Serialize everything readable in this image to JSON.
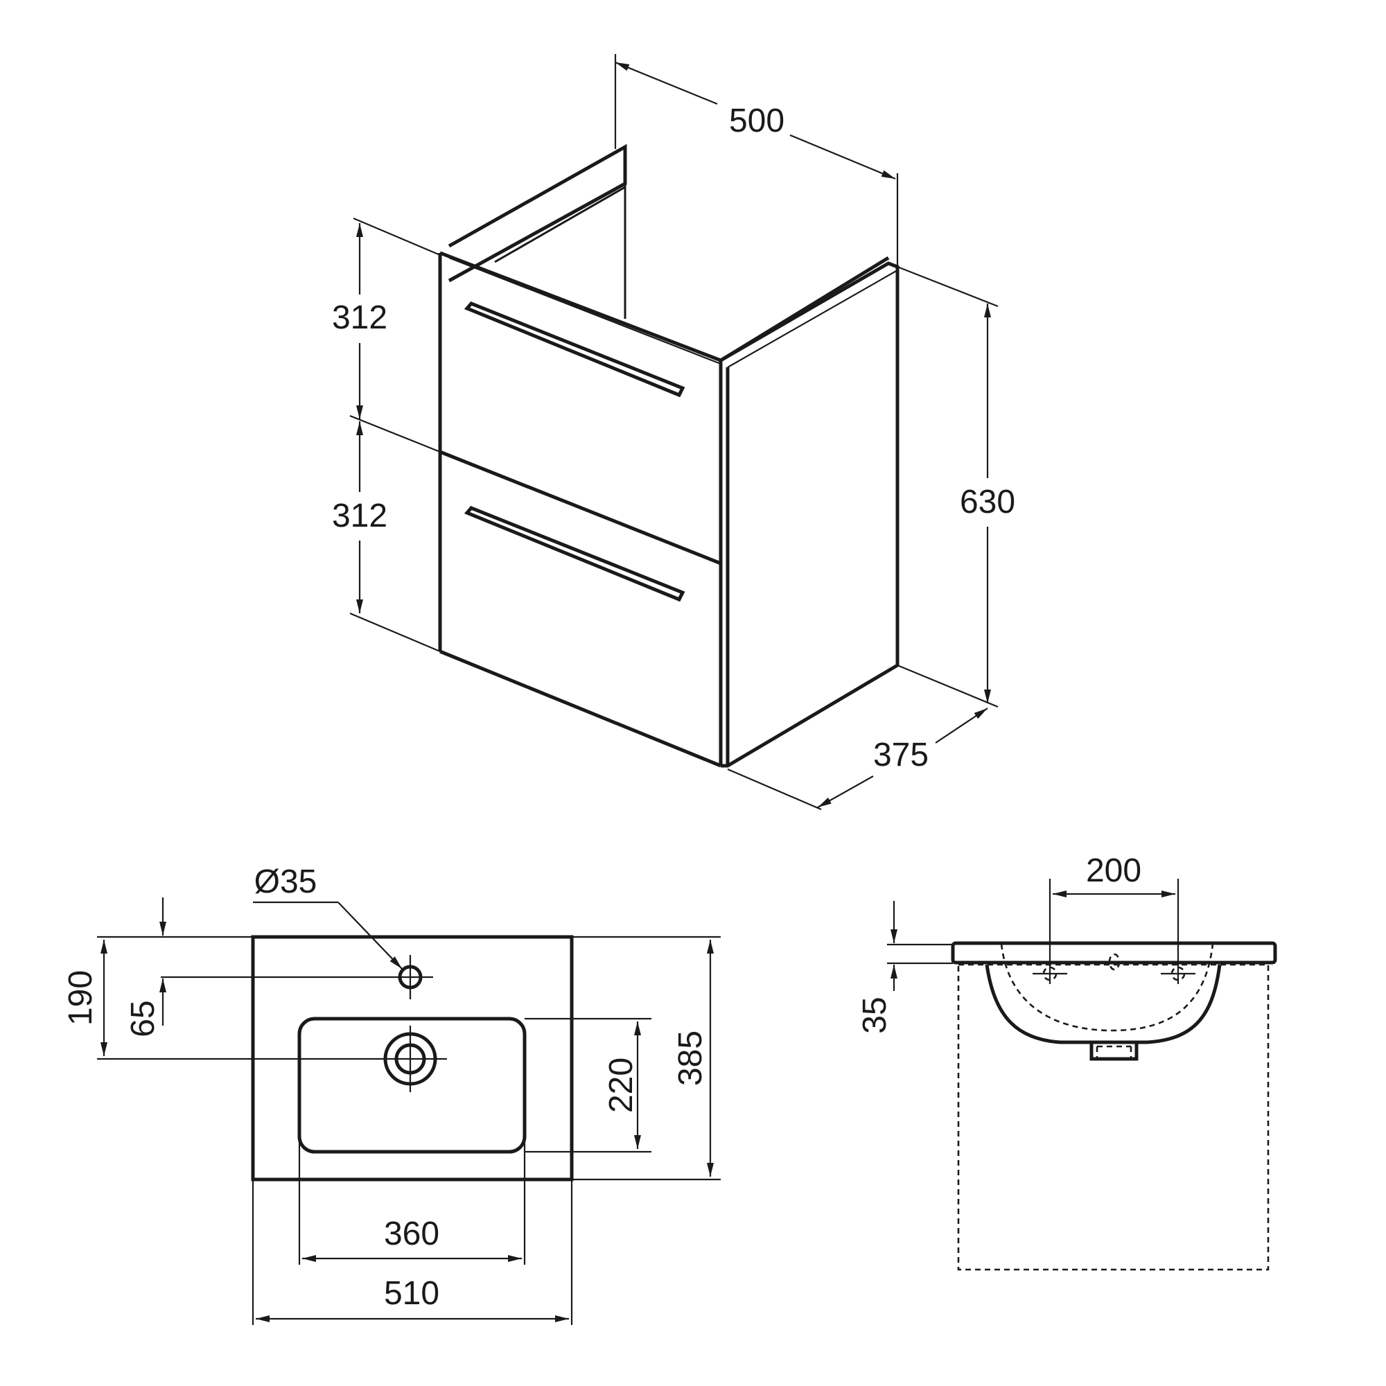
{
  "drawing": {
    "subject": "Vanity unit with 2 drawers and washbasin",
    "line_color": "#1a1a1a",
    "background": "#ffffff"
  },
  "isometric_view": {
    "width_label": "500",
    "depth_label": "375",
    "height_label": "630",
    "drawer_top_label": "312",
    "drawer_bottom_label": "312"
  },
  "basin_top_view": {
    "tap_hole_label": "Ø35",
    "depth_to_tap_label": "65",
    "depth_to_waste_label": "190",
    "bowl_depth_label": "220",
    "total_depth_label": "385",
    "bowl_width_label": "360",
    "total_width_label": "510"
  },
  "basin_front_view": {
    "fixing_centers_label": "200",
    "rim_thickness_label": "35"
  }
}
